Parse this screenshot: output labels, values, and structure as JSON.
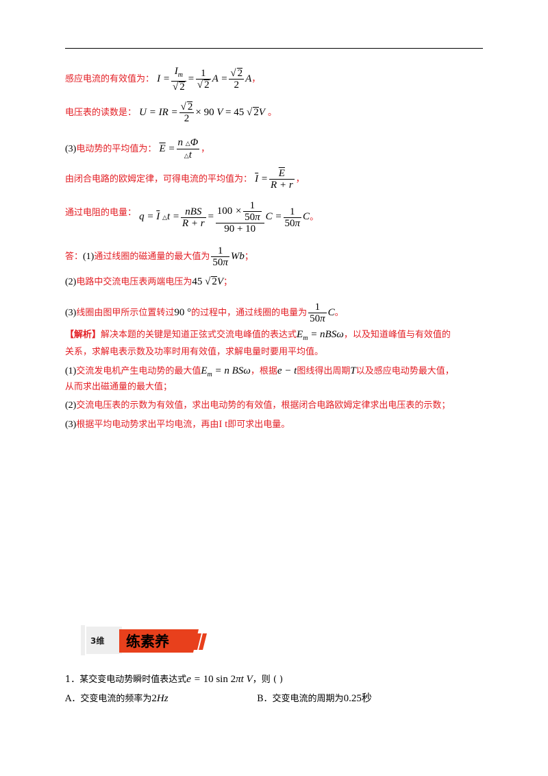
{
  "solution": {
    "l1_label": "感应电流的有效值为：",
    "l2_label": "电压表的读数是：",
    "l2_v1": "90",
    "l2_v2": "45",
    "l3_prefix": "(3)",
    "l3_label": "电动势的平均值为：",
    "l4_label": "由闭合电路的欧姆定律，可得电流的平均值为：",
    "l5_label": "通过电阻的电量：",
    "l5_num": "100",
    "l5_den": "90 + 10",
    "l5_pi_den": "50",
    "ans_prefix": "答：",
    "ans1_a": "(1)",
    "ans1_b": "通过线圈的磁通量的最大值为",
    "ans2_a": "(2)",
    "ans2_b": "电路中交流电压表两端电压为",
    "ans3_a": "(3)",
    "ans3_b": "线圈由图甲所示位置转过",
    "ans3_deg": "90 °",
    "ans3_c": "的过程中，通过线圈的电量为"
  },
  "analysis": {
    "tag": "【解析】",
    "l1": "解决本题的关键是知道正弦式交流电峰值的表达式",
    "l1_tail": "，以及知道峰值与有效值的",
    "l2": "关系，求解电表示数及功率时用有效值，求解电量时要用平均值。",
    "l3_a": "(1)",
    "l3_b": "交流发电机产生电动势的最大值",
    "l3_c": "，根据",
    "l3_d": "图线得出周期",
    "l3_e": "以及感应电动势最大值，",
    "l4": "从而求出磁通量的最大值；",
    "l5_a": "(2)",
    "l5_b": "交流电压表的示数为有效值，求出电动势的有效值，根据闭合电路欧姆定律求出电压表的示数；",
    "l6_a": "(3)",
    "l6_b": "根据平均电动势求出平均电流，再由",
    "l6_c": "I t",
    "l6_d": "即可求出电量。"
  },
  "section": {
    "badge_num": "3维",
    "badge_title": "练素养"
  },
  "question": {
    "stem_a": "1．某交变电动势瞬时值表达式",
    "stem_b": "，则 (    )",
    "opt_a": "A．交变电流的频率为",
    "opt_a_val": "2",
    "opt_a_unit": "Hz",
    "opt_b": "B．交变电流的周期为",
    "opt_b_val": "0.25秒"
  },
  "colors": {
    "accent": "#e31e24",
    "badge_red": "#e8401c",
    "badge_gray": "#eeeeee"
  }
}
